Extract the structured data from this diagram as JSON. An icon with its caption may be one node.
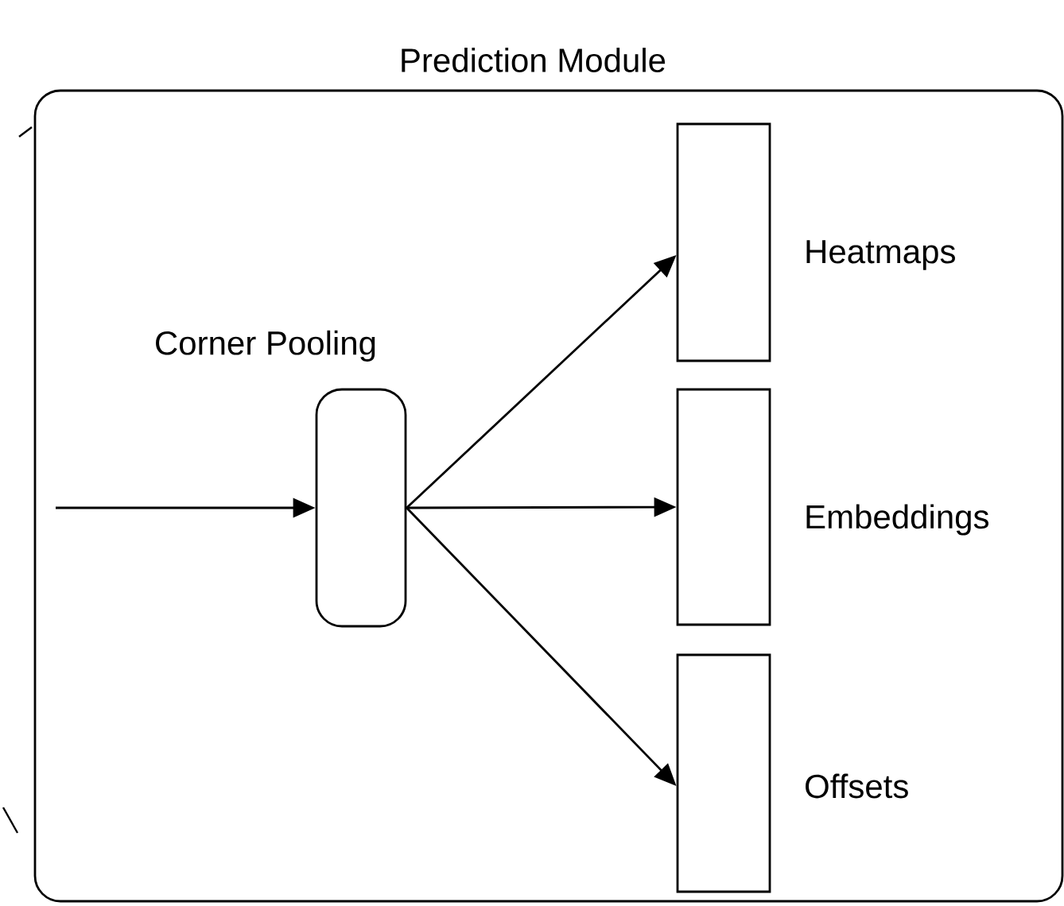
{
  "diagram": {
    "nodes": [
      {
        "text": [
          "Prediction Module"
        ]
      },
      {
        "text": [
          "Corner Pooling"
        ],
        "in": 0
      },
      {
        "text": [],
        "shape": "bar",
        "in": 0,
        "beside": [
          "Heatmaps"
        ]
      },
      {
        "text": [],
        "shape": "bar",
        "in": 0,
        "beside": [
          "Embeddings"
        ]
      },
      {
        "text": [],
        "shape": "bar",
        "in": 0,
        "beside": [
          "Offsets"
        ]
      }
    ],
    "edges": [
      {
        "from": null,
        "to": 1,
        "arrow": "to"
      },
      {
        "from": 1,
        "to": 2,
        "arrow": "to"
      },
      {
        "from": 1,
        "to": 3,
        "arrow": "to"
      },
      {
        "from": 1,
        "to": 4,
        "arrow": "to"
      }
    ]
  }
}
